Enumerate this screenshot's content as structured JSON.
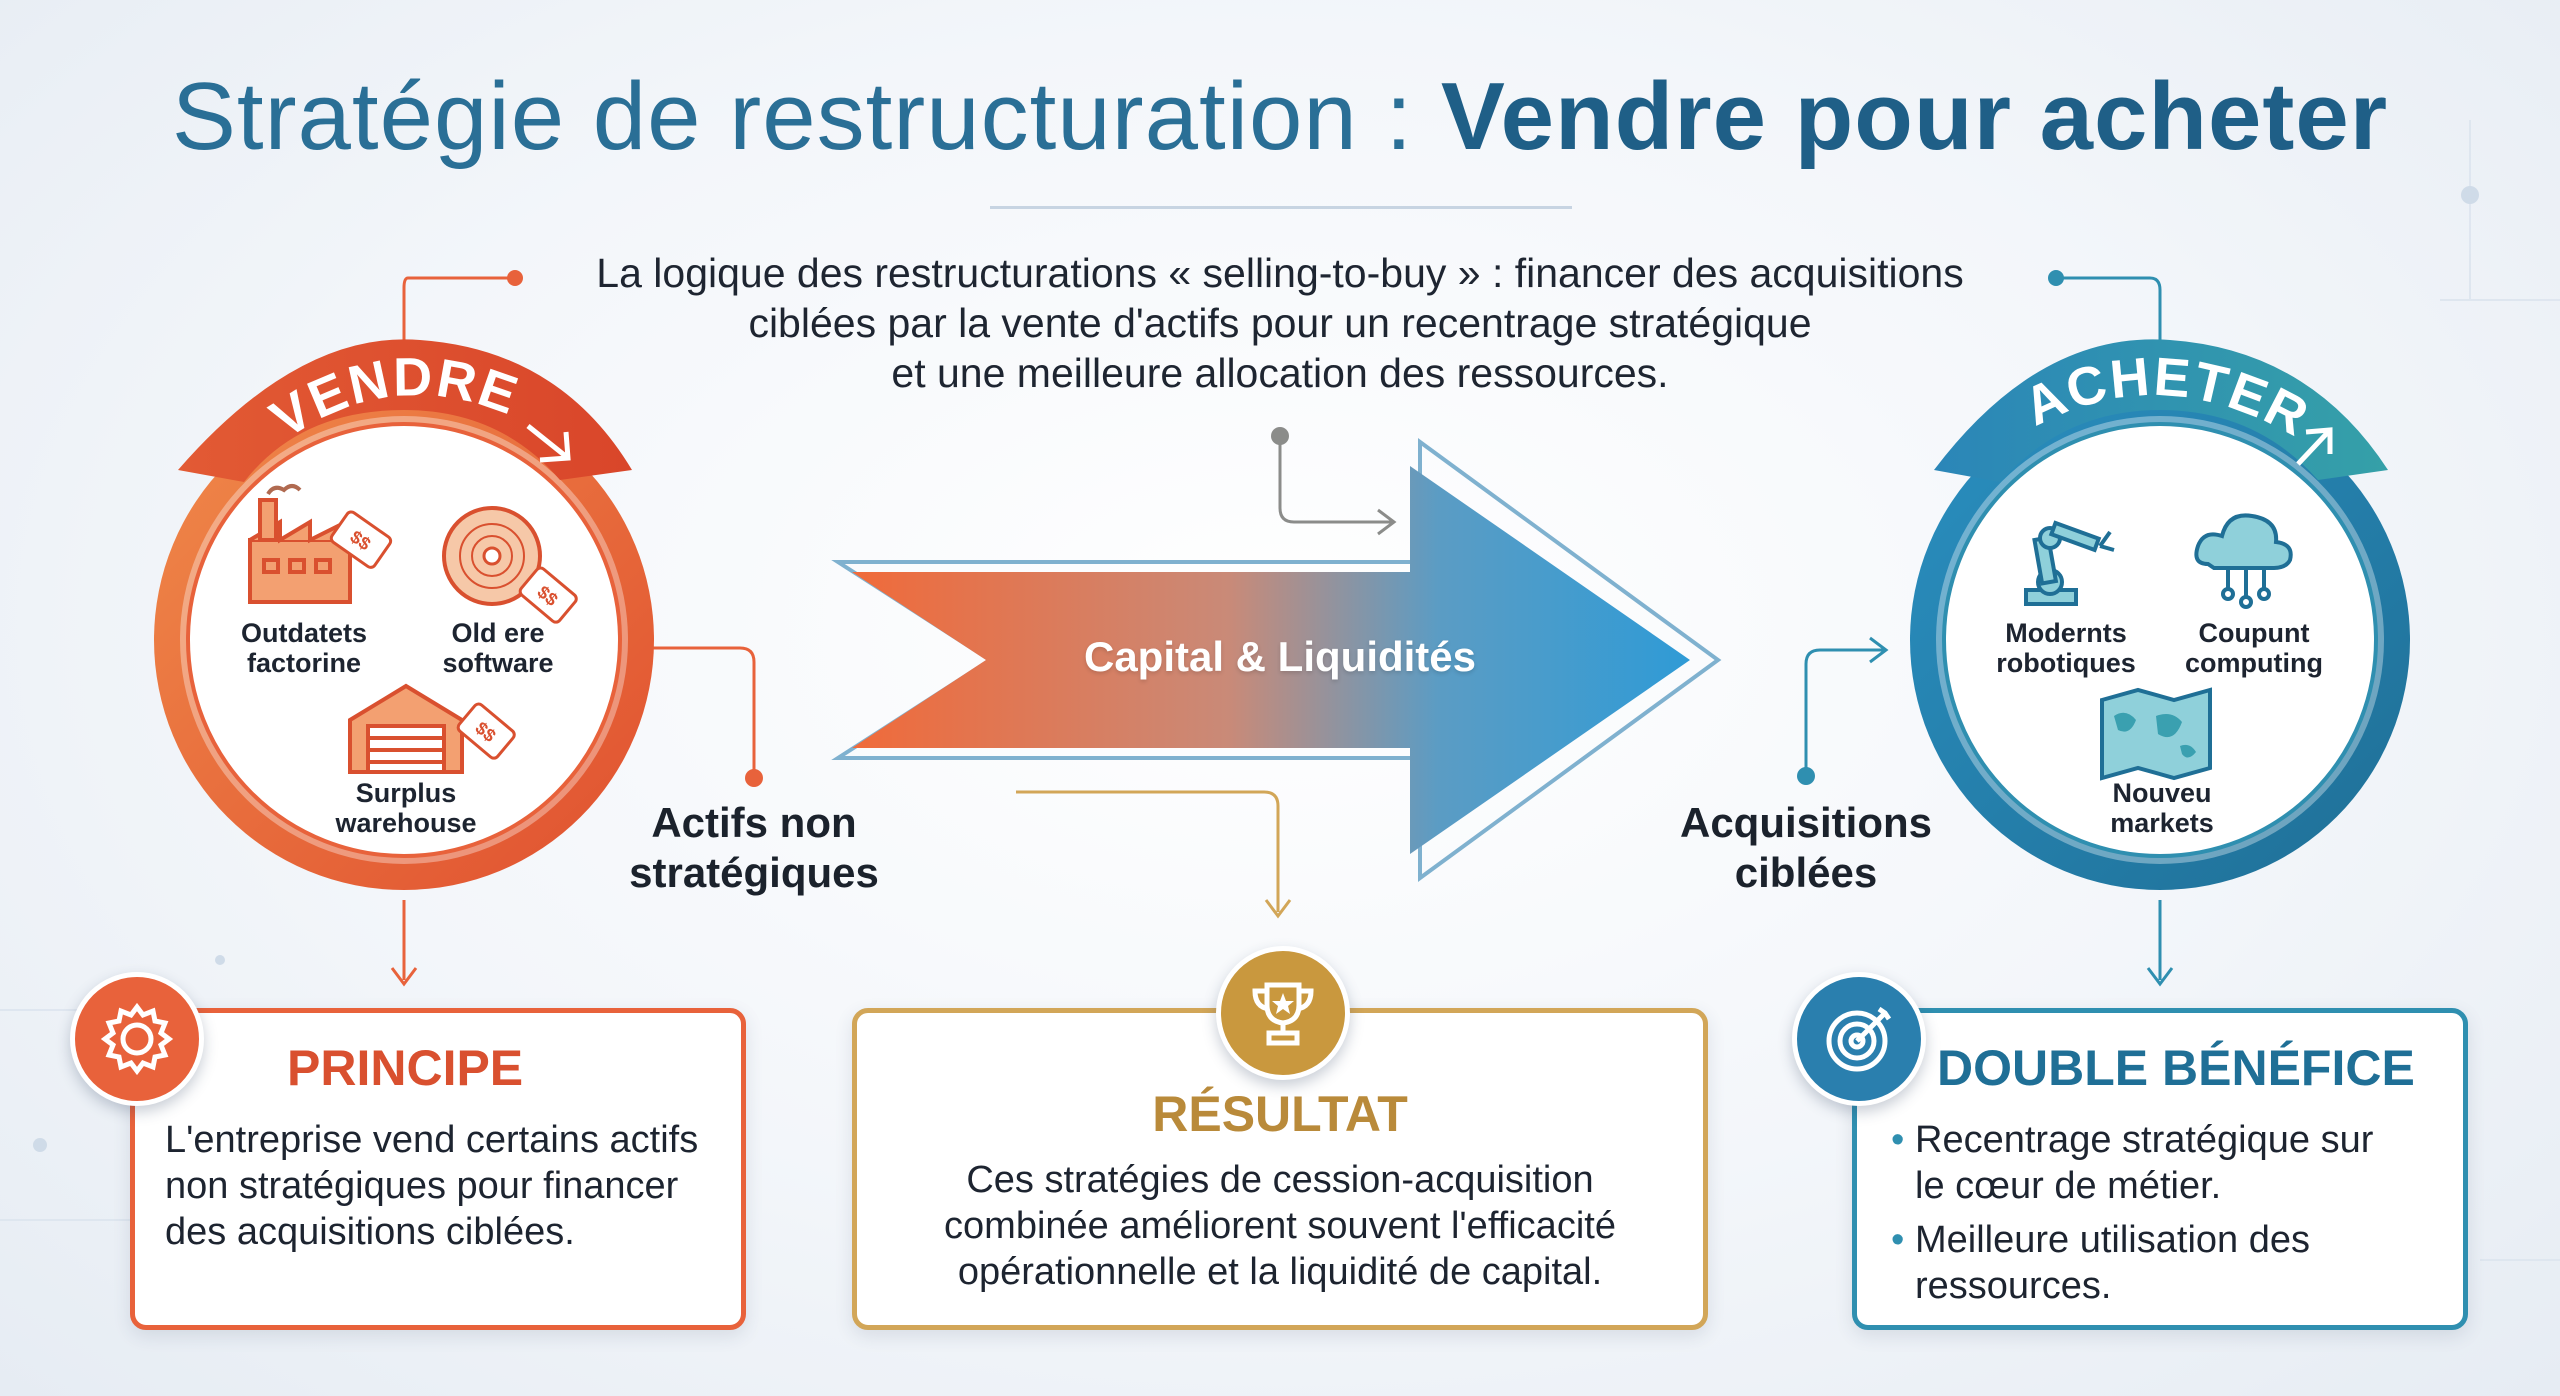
{
  "title": {
    "light": "Stratégie de restructuration :",
    "bold": "Vendre pour acheter"
  },
  "intro": {
    "line1": "La logique des restructurations « selling-to-buy » : financer des acquisitions",
    "line2": "ciblées par la vente d'actifs pour un recentrage stratégique",
    "line3": "et une meilleure allocation des ressources."
  },
  "sell": {
    "banner": "VENDRE",
    "items": [
      {
        "line1": "Outdatets",
        "line2": "factorine",
        "icon": "factory-icon"
      },
      {
        "line1": "Old ere",
        "line2": "software",
        "icon": "software-disc-icon"
      },
      {
        "line1": "Surplus",
        "line2": "warehouse",
        "icon": "warehouse-icon"
      }
    ],
    "tag_label": "$$",
    "side_label_line1": "Actifs non",
    "side_label_line2": "stratégiques"
  },
  "flow": {
    "label": "Capital & Liquidités"
  },
  "buy": {
    "banner": "ACHETER",
    "items": [
      {
        "line1": "Modernts",
        "line2": "robotiques",
        "icon": "robot-arm-icon"
      },
      {
        "line1": "Coupunt",
        "line2": "computing",
        "icon": "cloud-computing-icon"
      },
      {
        "line1": "Nouveu",
        "line2": "markets",
        "icon": "world-map-icon"
      }
    ],
    "side_label_line1": "Acquisitions",
    "side_label_line2": "ciblées"
  },
  "cards": {
    "principe": {
      "title": "PRINCIPE",
      "line1": "L'entreprise vend certains actifs",
      "line2": "non stratégiques pour financer",
      "line3": "des acquisitions ciblées."
    },
    "resultat": {
      "title": "RÉSULTAT",
      "line1": "Ces stratégies de cession-acquisition",
      "line2": "combinée améliorent souvent l'efficacité",
      "line3": "opérationnelle et la liquidité de capital."
    },
    "benefice": {
      "title": "DOUBLE BÉNÉFICE",
      "bullet1_line1": "Recentrage stratégique sur",
      "bullet1_line2": "le cœur de métier.",
      "bullet2_line1": "Meilleure utilisation des",
      "bullet2_line2": "ressources."
    }
  },
  "colors": {
    "orange": "#e8623b",
    "blue": "#2a6f96",
    "teal": "#2f8fb0",
    "gold": "#d2a658"
  }
}
